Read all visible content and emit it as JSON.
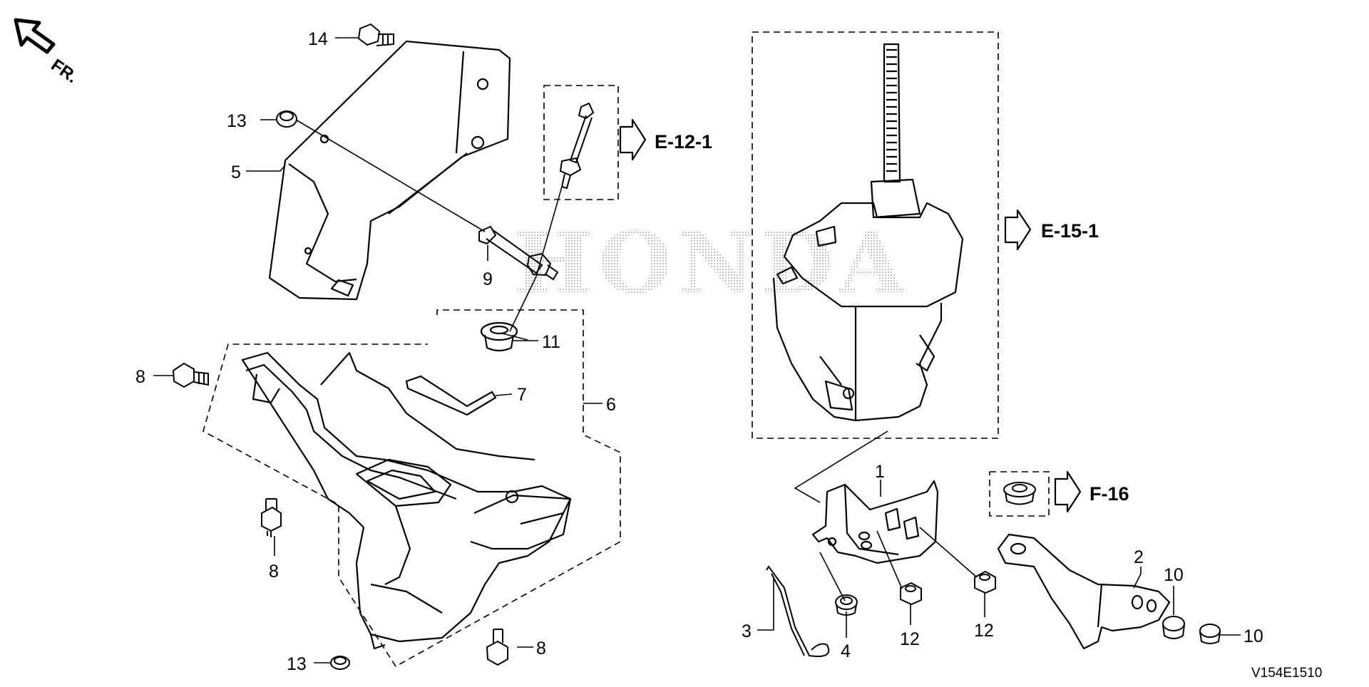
{
  "diagram": {
    "watermark": "HONDA",
    "direction_label": "FR.",
    "part_code": "V154E1510",
    "callouts": {
      "p14": "14",
      "p13a": "13",
      "p5": "5",
      "p9": "9",
      "p11": "11",
      "p8a": "8",
      "p7": "7",
      "p6": "6",
      "p8b": "8",
      "p8c": "8",
      "p13b": "13",
      "p1": "1",
      "p2": "2",
      "p3": "3",
      "p4": "4",
      "p12a": "12",
      "p12b": "12",
      "p10a": "10",
      "p10b": "10"
    },
    "references": {
      "e12": "E-12-1",
      "e15": "E-15-1",
      "f16": "F-16"
    }
  },
  "colors": {
    "line": "#000000",
    "watermark": "#c7c7c7",
    "background": "#ffffff"
  }
}
